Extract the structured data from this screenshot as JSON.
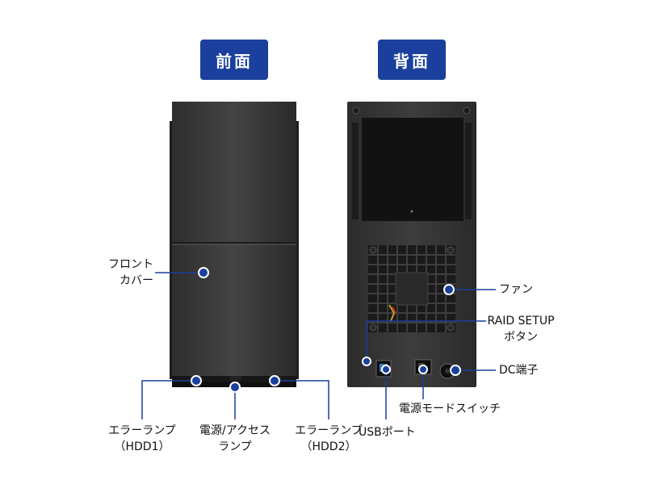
{
  "headers": {
    "front": "前面",
    "back": "背面"
  },
  "labels": {
    "front_cover": [
      "フロント",
      "カバー"
    ],
    "error_lamp_hdd1": [
      "エラーランプ",
      "（HDD1）"
    ],
    "power_access_lamp": [
      "電源/アクセス",
      "ランプ"
    ],
    "error_lamp_hdd2": [
      "エラーランプ",
      "（HDD2）"
    ],
    "usb_port": "USBポート",
    "fan": "ファン",
    "raid_setup_button": [
      "RAID SETUP",
      "ボタン"
    ],
    "dc_port": "DC端子",
    "power_mode_switch": "電源モードスイッチ"
  },
  "colors": {
    "badge": "#1a3f9c",
    "callout": "#1a3f9c",
    "device_body": "#3a3a3a"
  }
}
